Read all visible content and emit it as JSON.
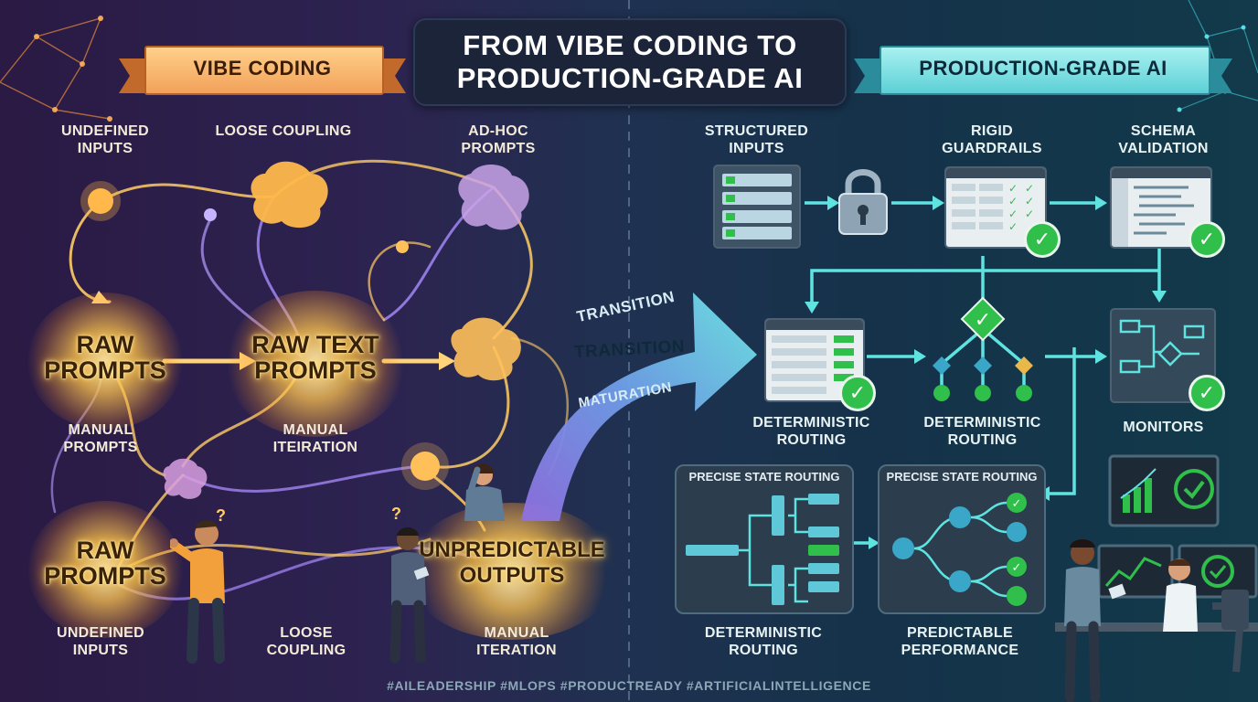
{
  "title": "FROM VIBE CODING\nTO\nPRODUCTION-GRADE AI",
  "vibe": {
    "banner": "VIBE CODING",
    "labels": {
      "undefined_inputs_top": "UNDEFINED\nINPUTS",
      "loose_coupling_top": "LOOSE COUPLING",
      "adhoc_prompts": "AD-HOC\nPROMPTS",
      "manual_prompts": "MANUAL\nPROMPTS",
      "manual_iteration_mid": "MANUAL\nITEIRATION",
      "undefined_inputs_bottom": "UNDEFINED\nINPUTS",
      "loose_coupling_bottom": "LOOSE\nCOUPLING",
      "manual_iteration_bottom": "MANUAL\nITERATION"
    },
    "nodes": {
      "raw_prompts_1": "RAW\nPROMPTS",
      "raw_text_prompts": "RAW TEXT\nPROMPTS",
      "raw_prompts_2": "RAW\nPROMPTS",
      "unpredictable_outputs": "UNPREDICTABLE\nOUTPUTS"
    },
    "question_mark": "?"
  },
  "transition": {
    "labels": [
      "TRANSITION",
      "TRANSITION",
      "MATURATION"
    ]
  },
  "production": {
    "banner": "PRODUCTION-GRADE AI",
    "labels": {
      "structured_inputs": "STRUCTURED\nINPUTS",
      "rigid_guardrails": "RIGID\nGUARDRAILS",
      "schema_validation": "SCHEMA\nVALIDATION",
      "deterministic_routing_1": "DETERMINISTIC\nROUTING",
      "deterministic_routing_2": "DETERMINISTIC\nROUTING",
      "monitors": "MONITORS",
      "deterministic_routing_3": "DETERMINISTIC\nROUTING",
      "predictable_performance": "PREDICTABLE\nPERFORMANCE"
    },
    "panels": {
      "state_routing_1": "PRECISE STATE ROUTING",
      "state_routing_2": "PRECISE STATE ROUTING"
    },
    "check_glyph": "✓"
  },
  "hashtags": "#AILEADERSHIP  #MLOPS  #PRODUCTREADY  #ARTIFICIALINTELLIGENCE",
  "colors": {
    "vibe_glow": "#ffc04a",
    "vibe_purple": "#a98cff",
    "prod_teal": "#5fe3e0",
    "check_green": "#2fbf4a",
    "title_bg": "#1b2438"
  }
}
